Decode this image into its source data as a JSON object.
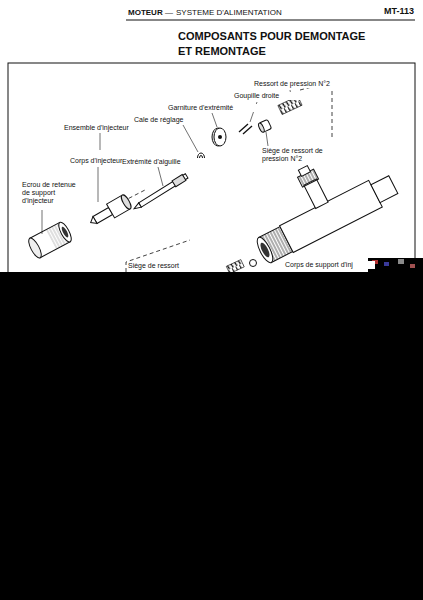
{
  "diagram": {
    "title": "COMPOSANTS POUR DEMONTAGE ET REMONTAGE",
    "labels": [
      "MOTEUR",
      "—",
      "SYSTEME D'ALIMENTATION",
      "MT-113",
      "Ressort de pression N°2",
      "Goupille droite",
      "Garniture d'extrémité",
      "Cale de réglage",
      "Ensemble d'injecteur",
      "Siège de ressort de pression N°2",
      "Corps d'injecteur",
      "Extrémité d'aiguille",
      "Ecrou de retenue de support d'injecteur",
      "Siège de ressort",
      "Corps de support d'inj"
    ]
  }
}
